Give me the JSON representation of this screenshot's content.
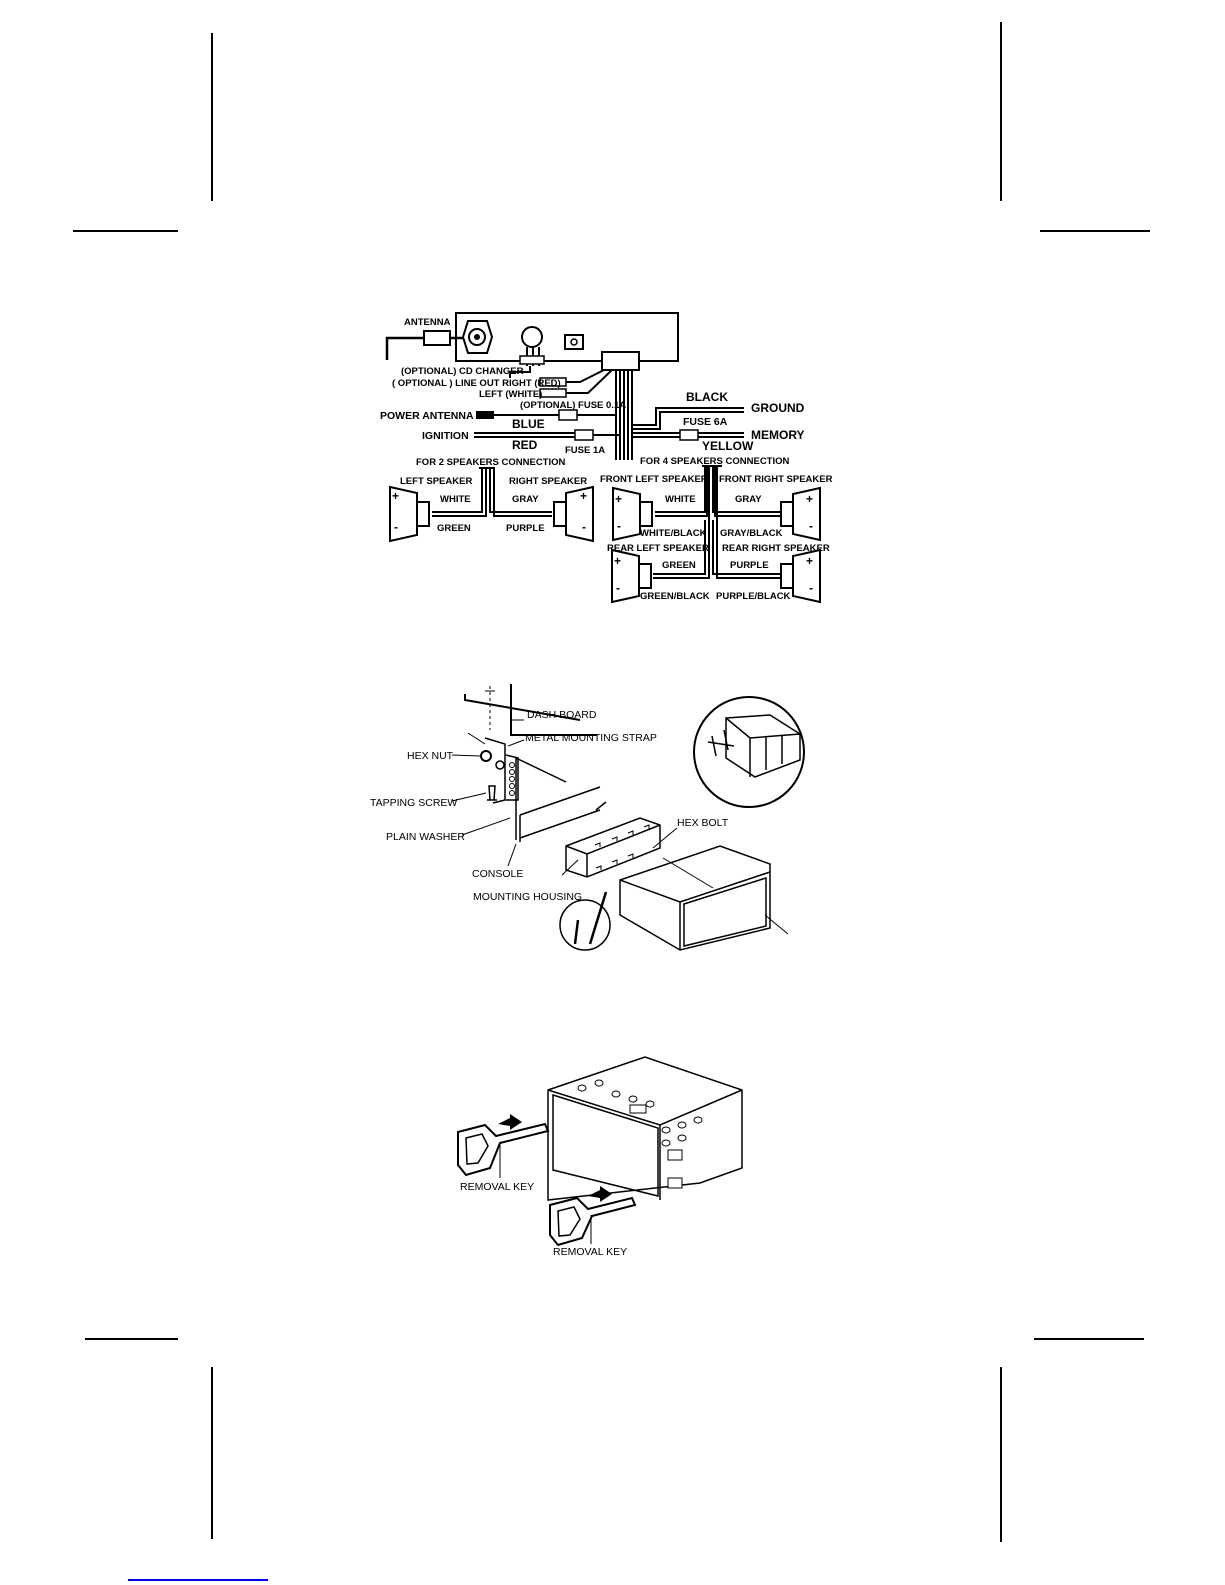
{
  "wiring": {
    "antenna": "ANTENNA",
    "cd_changer": "(OPTIONAL) CD CHANGER",
    "line_out_right": "( OPTIONAL ) LINE OUT RIGHT (RED)",
    "line_out_left": "LEFT (WHITE)",
    "fuse_01a": "(OPTIONAL) FUSE 0.1A",
    "power_antenna": "POWER ANTENNA",
    "blue": "BLUE",
    "ignition": "IGNITION",
    "red": "RED",
    "fuse_1a": "FUSE 1A",
    "black": "BLACK",
    "ground": "GROUND",
    "fuse_6a": "FUSE 6A",
    "memory": "MEMORY",
    "yellow": "YELLOW",
    "two_spk": {
      "title": "FOR 2 SPEAKERS CONNECTION",
      "left_speaker": "LEFT SPEAKER",
      "right_speaker": "RIGHT SPEAKER",
      "white": "WHITE",
      "gray": "GRAY",
      "green": "GREEN",
      "purple": "PURPLE"
    },
    "four_spk": {
      "title": "FOR 4 SPEAKERS CONNECTION",
      "front_left": "FRONT LEFT SPEAKER",
      "front_right": "FRONT RIGHT SPEAKER",
      "white": "WHITE",
      "gray": "GRAY",
      "white_black": "WHITE/BLACK",
      "gray_black": "GRAY/BLACK",
      "rear_left": "REAR LEFT SPEAKER",
      "rear_right": "REAR RIGHT SPEAKER",
      "green": "GREEN",
      "purple": "PURPLE",
      "green_black": "GREEN/BLACK",
      "purple_black": "PURPLE/BLACK"
    },
    "plus": "+",
    "minus": "-"
  },
  "installation": {
    "dash_board": "DASH BOARD",
    "metal_strap": "METAL MOUNTING STRAP",
    "hex_nut": "HEX NUT",
    "tapping_screw": "TAPPING SCREW",
    "plain_washer": "PLAIN WASHER",
    "hex_bolt": "HEX BOLT",
    "console": "CONSOLE",
    "mounting_housing": "MOUNTING HOUSING"
  },
  "removal": {
    "key_1": "REMOVAL KEY",
    "key_2": "REMOVAL KEY"
  }
}
